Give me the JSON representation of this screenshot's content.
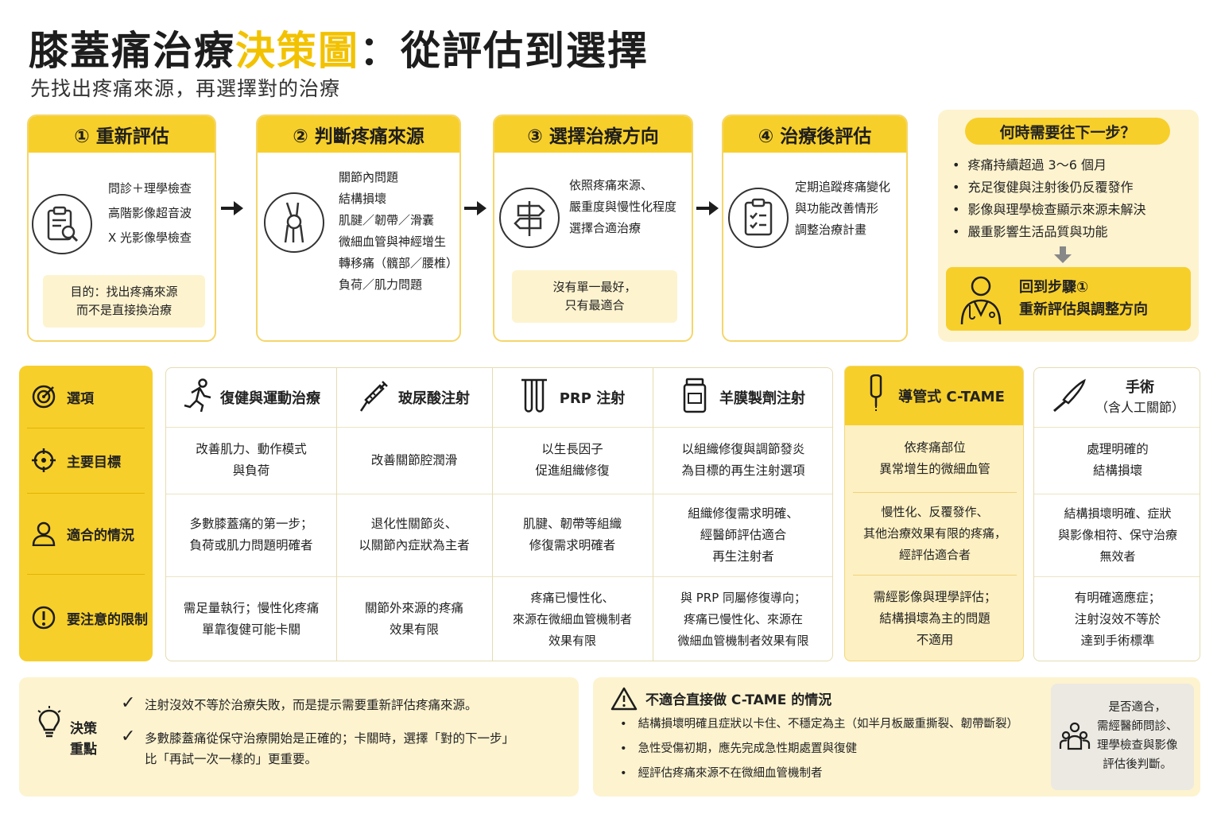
{
  "header": {
    "title_part1": "膝蓋痛治療",
    "title_highlight": "決策圖",
    "title_part2": "：從評估到選擇",
    "subtitle": "先找出疼痛來源，再選擇對的治療"
  },
  "colors": {
    "accent": "#f7cf2a",
    "accent_light": "#fdf3cf",
    "text": "#1d1d1d"
  },
  "steps": [
    {
      "title": "① 重新評估",
      "icon": "clipboard-search-icon",
      "items": [
        "問診＋理學檢查",
        "高階影像超音波",
        "X 光影像學檢查"
      ],
      "note": [
        "目的：找出疼痛來源",
        "而不是直接換治療"
      ]
    },
    {
      "title": "② 判斷疼痛來源",
      "icon": "knee-joint-icon",
      "items": [
        "關節內問題",
        "結構損壞",
        "肌腱／韌帶／滑囊",
        "微細血管與神經增生",
        "轉移痛（髖部／腰椎）",
        "負荷／肌力問題"
      ]
    },
    {
      "title": "③ 選擇治療方向",
      "icon": "signpost-icon",
      "items": [
        "依照疼痛來源、",
        "嚴重度與慢性化程度",
        "選擇合適治療"
      ],
      "note": [
        "沒有單一最好，",
        "只有最適合"
      ]
    },
    {
      "title": "④ 治療後評估",
      "icon": "checklist-icon",
      "items": [
        "定期追蹤疼痛變化",
        "與功能改善情形",
        "調整治療計畫"
      ]
    }
  ],
  "next_step": {
    "title": "何時需要往下一步？",
    "items": [
      "疼痛持續超過 3～6 個月",
      "充足復健與注射後仍反覆發作",
      "影像與理學檢查顯示來源未解決",
      "嚴重影響生活品質與功能"
    ],
    "back_title": "回到步驟①",
    "back_sub": "重新評估與調整方向",
    "icon": "doctor-icon"
  },
  "table": {
    "row_headers": [
      {
        "label": "選項",
        "icon": "target-icon"
      },
      {
        "label": "主要目標",
        "icon": "crosshair-icon"
      },
      {
        "label": "適合的情況",
        "icon": "person-icon"
      },
      {
        "label": "要注意的限制",
        "icon": "alert-icon"
      }
    ],
    "columns": [
      {
        "name": "復健與運動治療",
        "icon": "running-icon",
        "goal": [
          "改善肌力、動作模式",
          "與負荷"
        ],
        "fit": [
          "多數膝蓋痛的第一步；",
          "負荷或肌力問題明確者"
        ],
        "limit": [
          "需足量執行；慢性化疼痛",
          "單靠復健可能卡關"
        ]
      },
      {
        "name": "玻尿酸注射",
        "icon": "syringe-icon",
        "goal": [
          "改善關節腔潤滑"
        ],
        "fit": [
          "退化性關節炎、",
          "以關節內症狀為主者"
        ],
        "limit": [
          "關節外來源的疼痛",
          "效果有限"
        ]
      },
      {
        "name": "PRP 注射",
        "icon": "test-tube-icon",
        "goal": [
          "以生長因子",
          "促進組織修復"
        ],
        "fit": [
          "肌腱、韌帶等組織",
          "修復需求明確者"
        ],
        "limit": [
          "疼痛已慢性化、",
          "來源在微細血管機制者",
          "效果有限"
        ]
      },
      {
        "name": "羊膜製劑注射",
        "icon": "vial-icon",
        "goal": [
          "以組織修復與調節發炎",
          "為目標的再生注射選項"
        ],
        "fit": [
          "組織修復需求明確、",
          "經醫師評估適合",
          "再生注射者"
        ],
        "limit": [
          "與 PRP 同屬修復導向；",
          "疼痛已慢性化、來源在",
          "微細血管機制者效果有限"
        ]
      },
      {
        "name": "導管式 C-TAME",
        "icon": "catheter-icon",
        "goal": [
          "依疼痛部位",
          "異常增生的微細血管"
        ],
        "fit": [
          "慢性化、反覆發作、",
          "其他治療效果有限的疼痛，",
          "經評估適合者"
        ],
        "limit": [
          "需經影像與理學評估；",
          "結構損壞為主的問題",
          "不適用"
        ]
      },
      {
        "name": "手術",
        "name2": "（含人工關節）",
        "icon": "scalpel-icon",
        "goal": [
          "處理明確的",
          "結構損壞"
        ],
        "fit": [
          "結構損壞明確、症狀",
          "與影像相符、保守治療",
          "無效者"
        ],
        "limit": [
          "有明確適應症；",
          "注射沒效不等於",
          "達到手術標準"
        ]
      }
    ]
  },
  "key_points": {
    "label": [
      "決策",
      "重點"
    ],
    "icon": "lightbulb-icon",
    "items": [
      [
        "注射沒效不等於治療失敗，而是提示需要重新評估疼痛來源。"
      ],
      [
        "多數膝蓋痛從保守治療開始是正確的；卡關時，選擇「對的下一步」",
        "比「再試一次一樣的」更重要。"
      ]
    ]
  },
  "warning": {
    "title": "不適合直接做 C-TAME 的情況",
    "icon": "warning-triangle-icon",
    "items": [
      "結構損壞明確且症狀以卡住、不穩定為主（如半月板嚴重撕裂、韌帶斷裂）",
      "急性受傷初期，應先完成急性期處置與復健",
      "經評估疼痛來源不在微細血管機制者"
    ],
    "advise": [
      "是否適合，",
      "需經醫師問診、",
      "理學檢查與影像",
      "評估後判斷。"
    ],
    "advise_icon": "group-people-icon"
  }
}
